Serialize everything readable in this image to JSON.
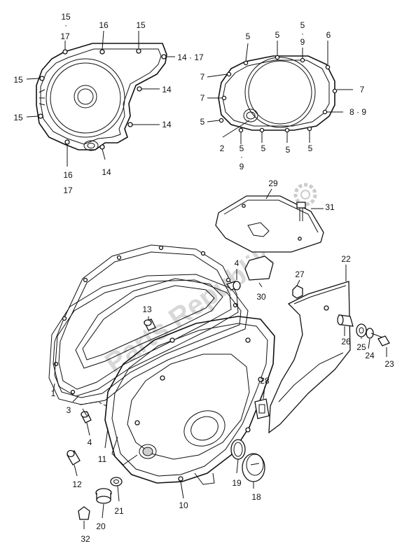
{
  "watermark": "Parts Republik",
  "labels": [
    {
      "id": "l15a",
      "text": "15"
    },
    {
      "id": "l17a",
      "text": "17"
    },
    {
      "id": "l16a",
      "text": "16"
    },
    {
      "id": "l15b",
      "text": "15"
    },
    {
      "id": "l1417",
      "text": "14 · 17"
    },
    {
      "id": "l15c",
      "text": "15"
    },
    {
      "id": "l14a",
      "text": "14"
    },
    {
      "id": "l15d",
      "text": "15"
    },
    {
      "id": "l14b",
      "text": "14"
    },
    {
      "id": "l16b",
      "text": "16"
    },
    {
      "id": "l17b",
      "text": "17"
    },
    {
      "id": "l14c",
      "text": "14"
    },
    {
      "id": "r5a",
      "text": "5"
    },
    {
      "id": "r5b",
      "text": "5"
    },
    {
      "id": "r5c",
      "text": "5"
    },
    {
      "id": "r9a",
      "text": "9"
    },
    {
      "id": "r6",
      "text": "6"
    },
    {
      "id": "r7a",
      "text": "7"
    },
    {
      "id": "r7b",
      "text": "7"
    },
    {
      "id": "r7c",
      "text": "7"
    },
    {
      "id": "r89",
      "text": "8 · 9"
    },
    {
      "id": "r5d",
      "text": "5"
    },
    {
      "id": "r2",
      "text": "2"
    },
    {
      "id": "r5e",
      "text": "5"
    },
    {
      "id": "r9b",
      "text": "9"
    },
    {
      "id": "r5f",
      "text": "5"
    },
    {
      "id": "r5g",
      "text": "5"
    },
    {
      "id": "r5h",
      "text": "5"
    },
    {
      "id": "m29",
      "text": "29"
    },
    {
      "id": "m31",
      "text": "31"
    },
    {
      "id": "m30",
      "text": "30"
    },
    {
      "id": "m4a",
      "text": "4"
    },
    {
      "id": "m22",
      "text": "22"
    },
    {
      "id": "m27",
      "text": "27"
    },
    {
      "id": "m13",
      "text": "13"
    },
    {
      "id": "m26",
      "text": "26"
    },
    {
      "id": "m25",
      "text": "25"
    },
    {
      "id": "m24",
      "text": "24"
    },
    {
      "id": "m23",
      "text": "23"
    },
    {
      "id": "m1",
      "text": "1"
    },
    {
      "id": "m3",
      "text": "3"
    },
    {
      "id": "m28",
      "text": "28"
    },
    {
      "id": "m4b",
      "text": "4"
    },
    {
      "id": "m11",
      "text": "11"
    },
    {
      "id": "m12",
      "text": "12"
    },
    {
      "id": "m19",
      "text": "19"
    },
    {
      "id": "m18",
      "text": "18"
    },
    {
      "id": "m10",
      "text": "10"
    },
    {
      "id": "m21",
      "text": "21"
    },
    {
      "id": "m20",
      "text": "20"
    },
    {
      "id": "m32",
      "text": "32"
    }
  ]
}
